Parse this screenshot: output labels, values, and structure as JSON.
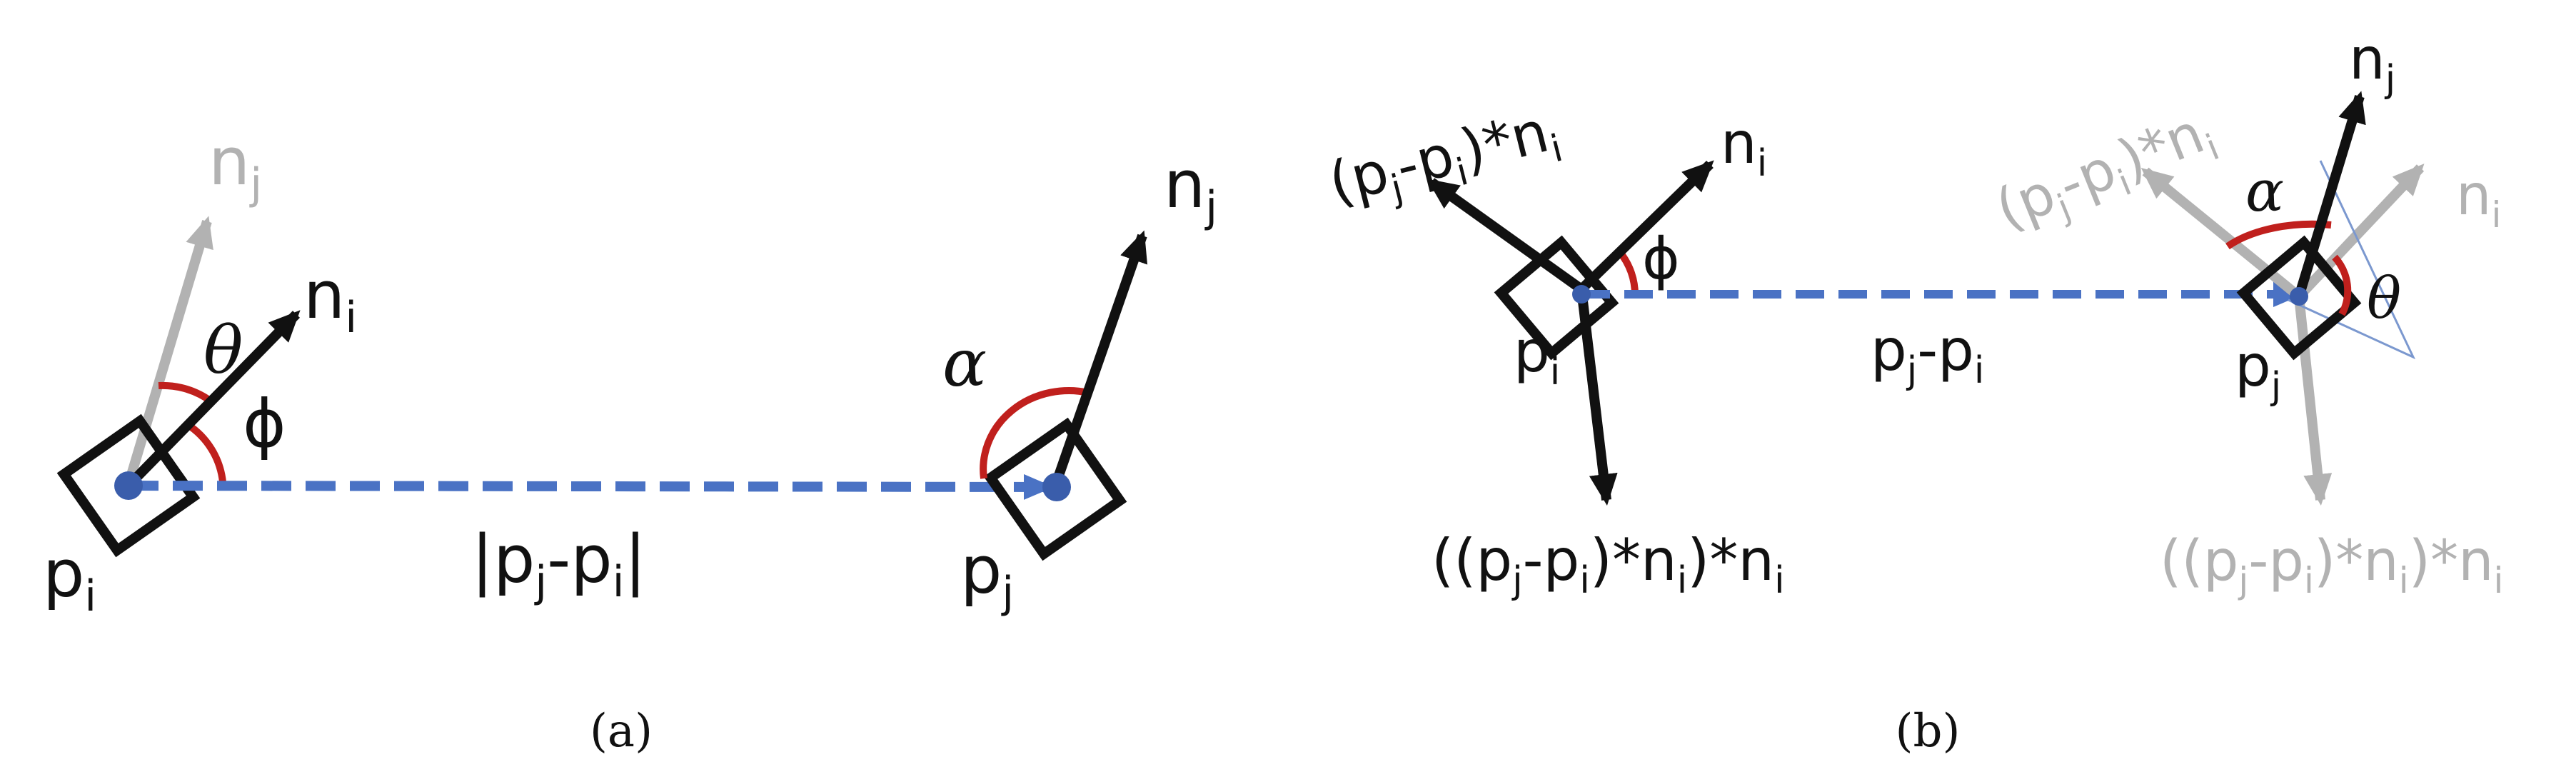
{
  "colors": {
    "black": "#111111",
    "gray": "#b2b2b2",
    "blue": "#4a72c4",
    "blue_dot": "#3a5dab",
    "red": "#c0201d",
    "thin_blue": "#7b98cf"
  },
  "icons": {
    "point_marker": "square-outline",
    "vector_arrow": "arrow"
  },
  "panel_a": {
    "caption": "(a)",
    "pi": {
      "base": "p",
      "sub": "i"
    },
    "pj": {
      "base": "p",
      "sub": "j"
    },
    "ni": {
      "base": "n",
      "sub": "i"
    },
    "nj_gray": {
      "base": "n",
      "sub": "j"
    },
    "nj": {
      "base": "n",
      "sub": "j"
    },
    "theta": "θ",
    "phi": "ϕ",
    "alpha": "α",
    "distance": {
      "bar_left": "|",
      "p1": "p",
      "s1": "j",
      "mid": "-p",
      "s2": "i",
      "bar_right": "|"
    }
  },
  "panel_b": {
    "caption": "(b)",
    "pi": {
      "base": "p",
      "sub": "i"
    },
    "pj": {
      "base": "p",
      "sub": "j"
    },
    "ni": {
      "base": "n",
      "sub": "i"
    },
    "nj": {
      "base": "n",
      "sub": "j"
    },
    "ni_gray": {
      "base": "n",
      "sub": "i"
    },
    "phi": "ϕ",
    "alpha": "α",
    "theta": "θ",
    "diff": {
      "p1": "p",
      "s1": "j",
      "mid": "-p",
      "s2": "i"
    },
    "proj_black": {
      "t0": "(p",
      "s0": "j",
      "t1": "-p",
      "s1": "i",
      "t2": ")*n",
      "s2": "i"
    },
    "proj_gray": {
      "t0": "(p",
      "s0": "j",
      "t1": "-p",
      "s1": "i",
      "t2": ")*n",
      "s2": "i"
    },
    "perp_black": {
      "t0": "((p",
      "s0": "j",
      "t1": "-p",
      "s1": "i",
      "t2": ")*n",
      "s2": "i",
      "t3": ")*n",
      "s3": "i"
    },
    "perp_gray": {
      "t0": "((p",
      "s0": "j",
      "t1": "-p",
      "s1": "i",
      "t2": ")*n",
      "s2": "i",
      "t3": ")*n",
      "s3": "i"
    }
  }
}
